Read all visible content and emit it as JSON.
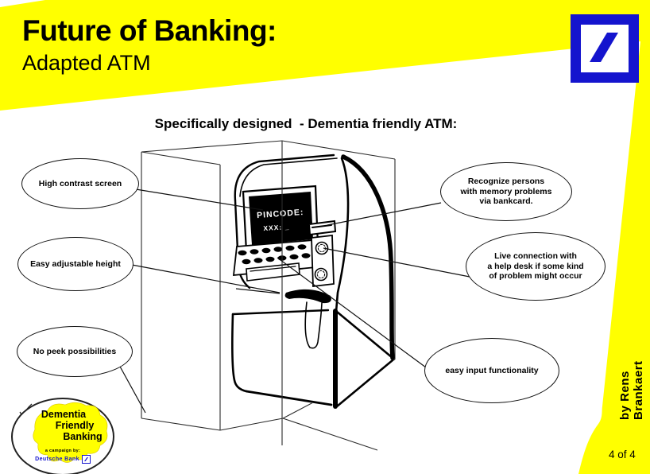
{
  "header": {
    "title": "Future of Banking:",
    "subtitle": "Adapted ATM"
  },
  "slide": {
    "heading": "Specifically designed  - Dementia friendly ATM:"
  },
  "callouts": {
    "high_contrast": "High contrast screen",
    "adjustable_height": "Easy adjustable height",
    "no_peek": "No peek possibilities",
    "recognize": "Recognize persons\nwith memory problems\nvia bankcard.",
    "live_connection": "Live connection with\na help desk if some kind\nof problem might occur",
    "easy_input": "easy input functionality"
  },
  "atm": {
    "screen_line1": "PINCODE:",
    "screen_line2": "XXX: _"
  },
  "badge": {
    "line1": "Dementia",
    "line2": "Friendly",
    "line3": "Banking",
    "campaign": "a campaign by:",
    "brand": "Deutsche Bank"
  },
  "footer": {
    "author": "by Rens Brankaert",
    "page": "4 of 4"
  },
  "colors": {
    "accent_yellow": "#FFFF00",
    "ink": "#000000",
    "brand_blue": "#1414CE"
  },
  "icons": {
    "top_right": "deutsche-bank-slash-logo",
    "badge_logo": "brain-blob-logo"
  }
}
